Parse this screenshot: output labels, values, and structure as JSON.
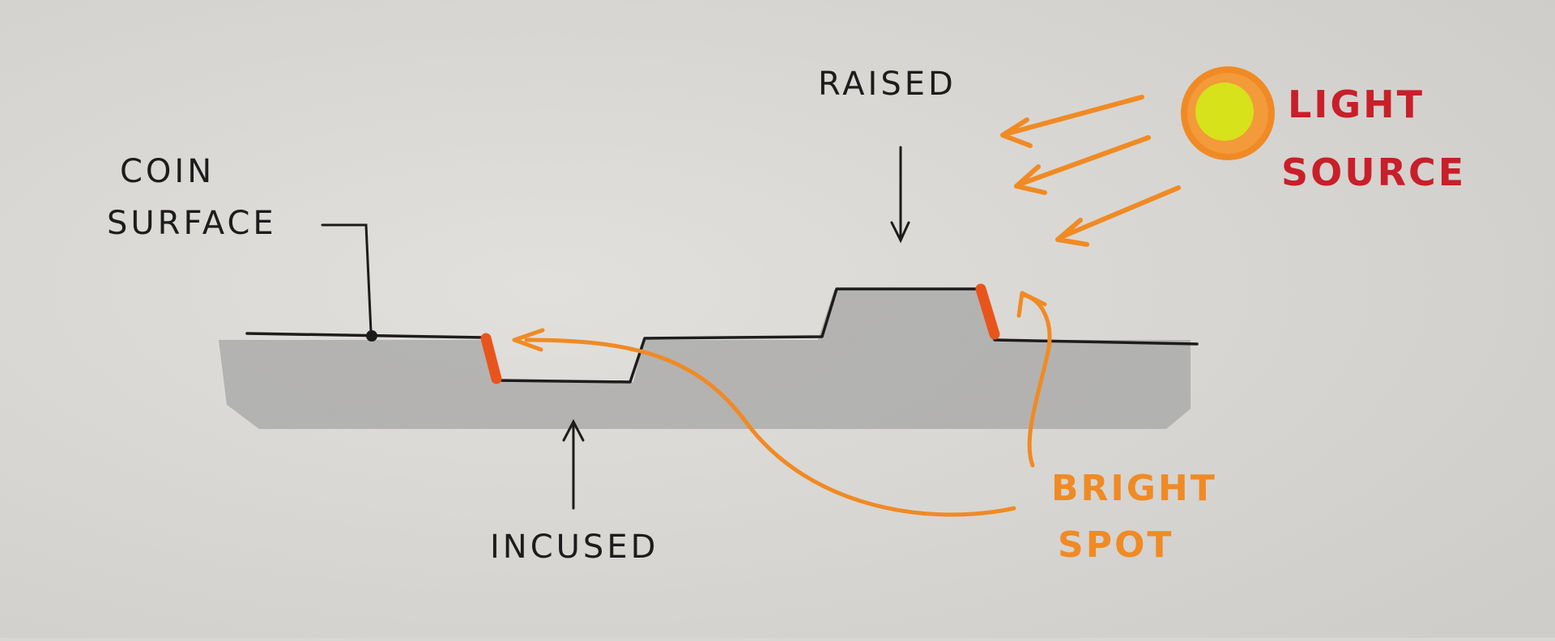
{
  "labels": {
    "coin_surface_line1": "COIN",
    "coin_surface_line2": "SURFACE",
    "raised": "RAISED",
    "incused": "INCUSED",
    "light_source_line1": "LIGHT",
    "light_source_line2": "SOURCE",
    "bright_spot_line1": "BRIGHT",
    "bright_spot_line2": "SPOT"
  },
  "colors": {
    "paper": "#d9d7d3",
    "ink": "#1c1c1c",
    "shading": "#8f8f8f",
    "light_orange": "#f08a24",
    "light_yellow": "#d7e21a",
    "light_red_label": "#c81f2a",
    "highlight": "#e8551c"
  }
}
